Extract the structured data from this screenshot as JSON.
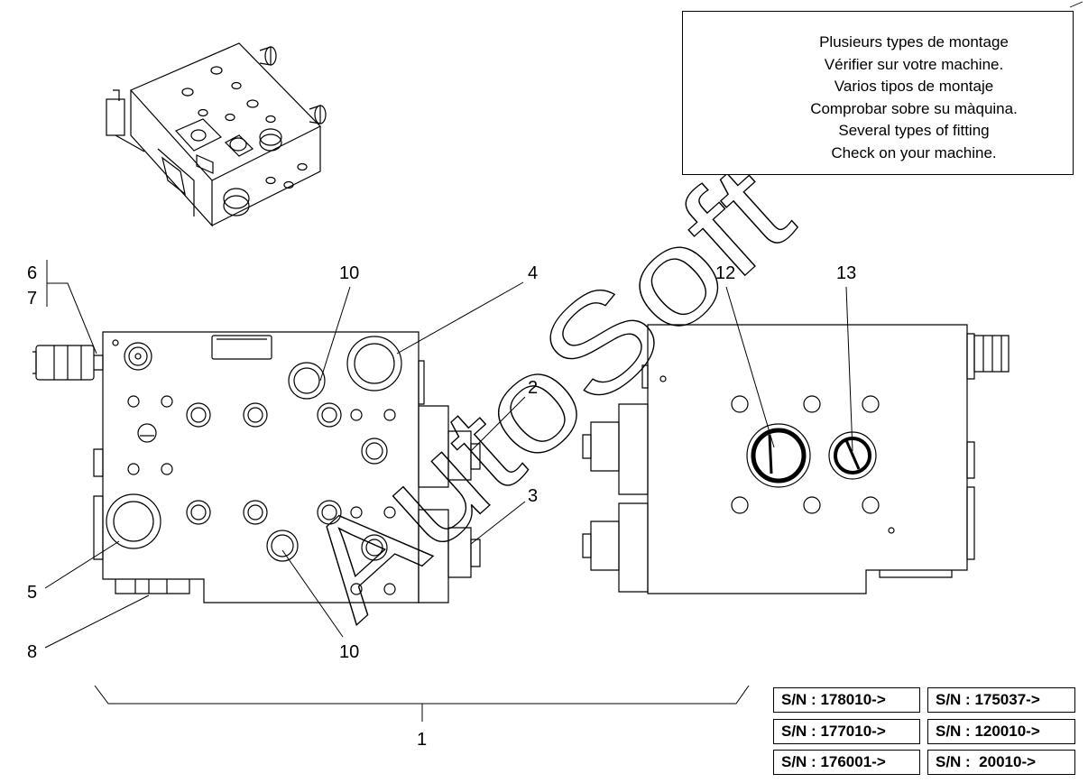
{
  "notice": {
    "lines": [
      "Plusieurs types de montage",
      "Vérifier sur votre machine.",
      "Varios tipos de montaje",
      "Comprobar sobre su màquina.",
      "Several types of fitting",
      "Check on your machine."
    ],
    "icon": "warning-triangle-icon"
  },
  "callouts": {
    "c6": "6",
    "c7": "7",
    "c10_top": "10",
    "c4": "4",
    "c2": "2",
    "c3": "3",
    "c5": "5",
    "c8": "8",
    "c10_bottom": "10",
    "c12": "12",
    "c13": "13",
    "c1": "1"
  },
  "serial_numbers": [
    [
      "S/N : 178010->",
      "S/N : 175037->"
    ],
    [
      "S/N : 177010->",
      "S/N : 120010->"
    ],
    [
      "S/N : 176001->",
      "S/N :  20010->"
    ]
  ],
  "watermark": "AutoSoft"
}
